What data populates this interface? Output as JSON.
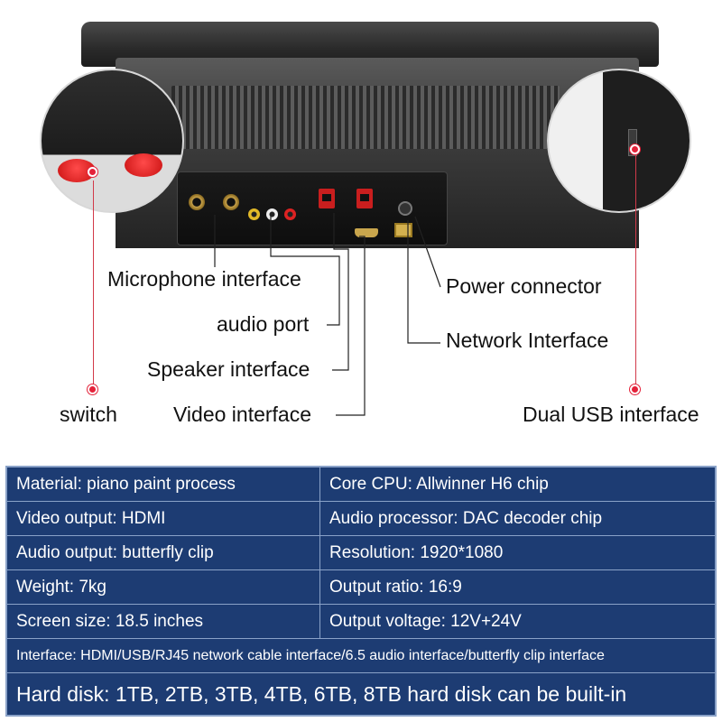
{
  "callouts": {
    "microphone": "Microphone interface",
    "audio": "audio port",
    "speaker": "Speaker interface",
    "video": "Video interface",
    "switch": "switch",
    "power": "Power connector",
    "network": "Network Interface",
    "usb": "Dual USB interface"
  },
  "specs": {
    "rows": [
      {
        "left": "Material: piano paint process",
        "right": "Core CPU: Allwinner H6 chip"
      },
      {
        "left": "Video output: HDMI",
        "right": "Audio processor: DAC decoder chip"
      },
      {
        "left": "Audio output: butterfly clip",
        "right": "Resolution: 1920*1080"
      },
      {
        "left": "Weight: 7kg",
        "right": "Output ratio: 16:9"
      },
      {
        "left": "Screen size: 18.5 inches",
        "right": "Output voltage: 12V+24V"
      }
    ],
    "interface": "Interface: HDMI/USB/RJ45 network cable interface/6.5 audio interface/butterfly clip interface",
    "hard_disk": "Hard disk: 1TB, 2TB, 3TB, 4TB, 6TB, 8TB hard disk can be built-in"
  },
  "colors": {
    "table_bg": "#1d3c73",
    "table_border": "#8aa2c8",
    "marker_red": "#e4223a"
  }
}
